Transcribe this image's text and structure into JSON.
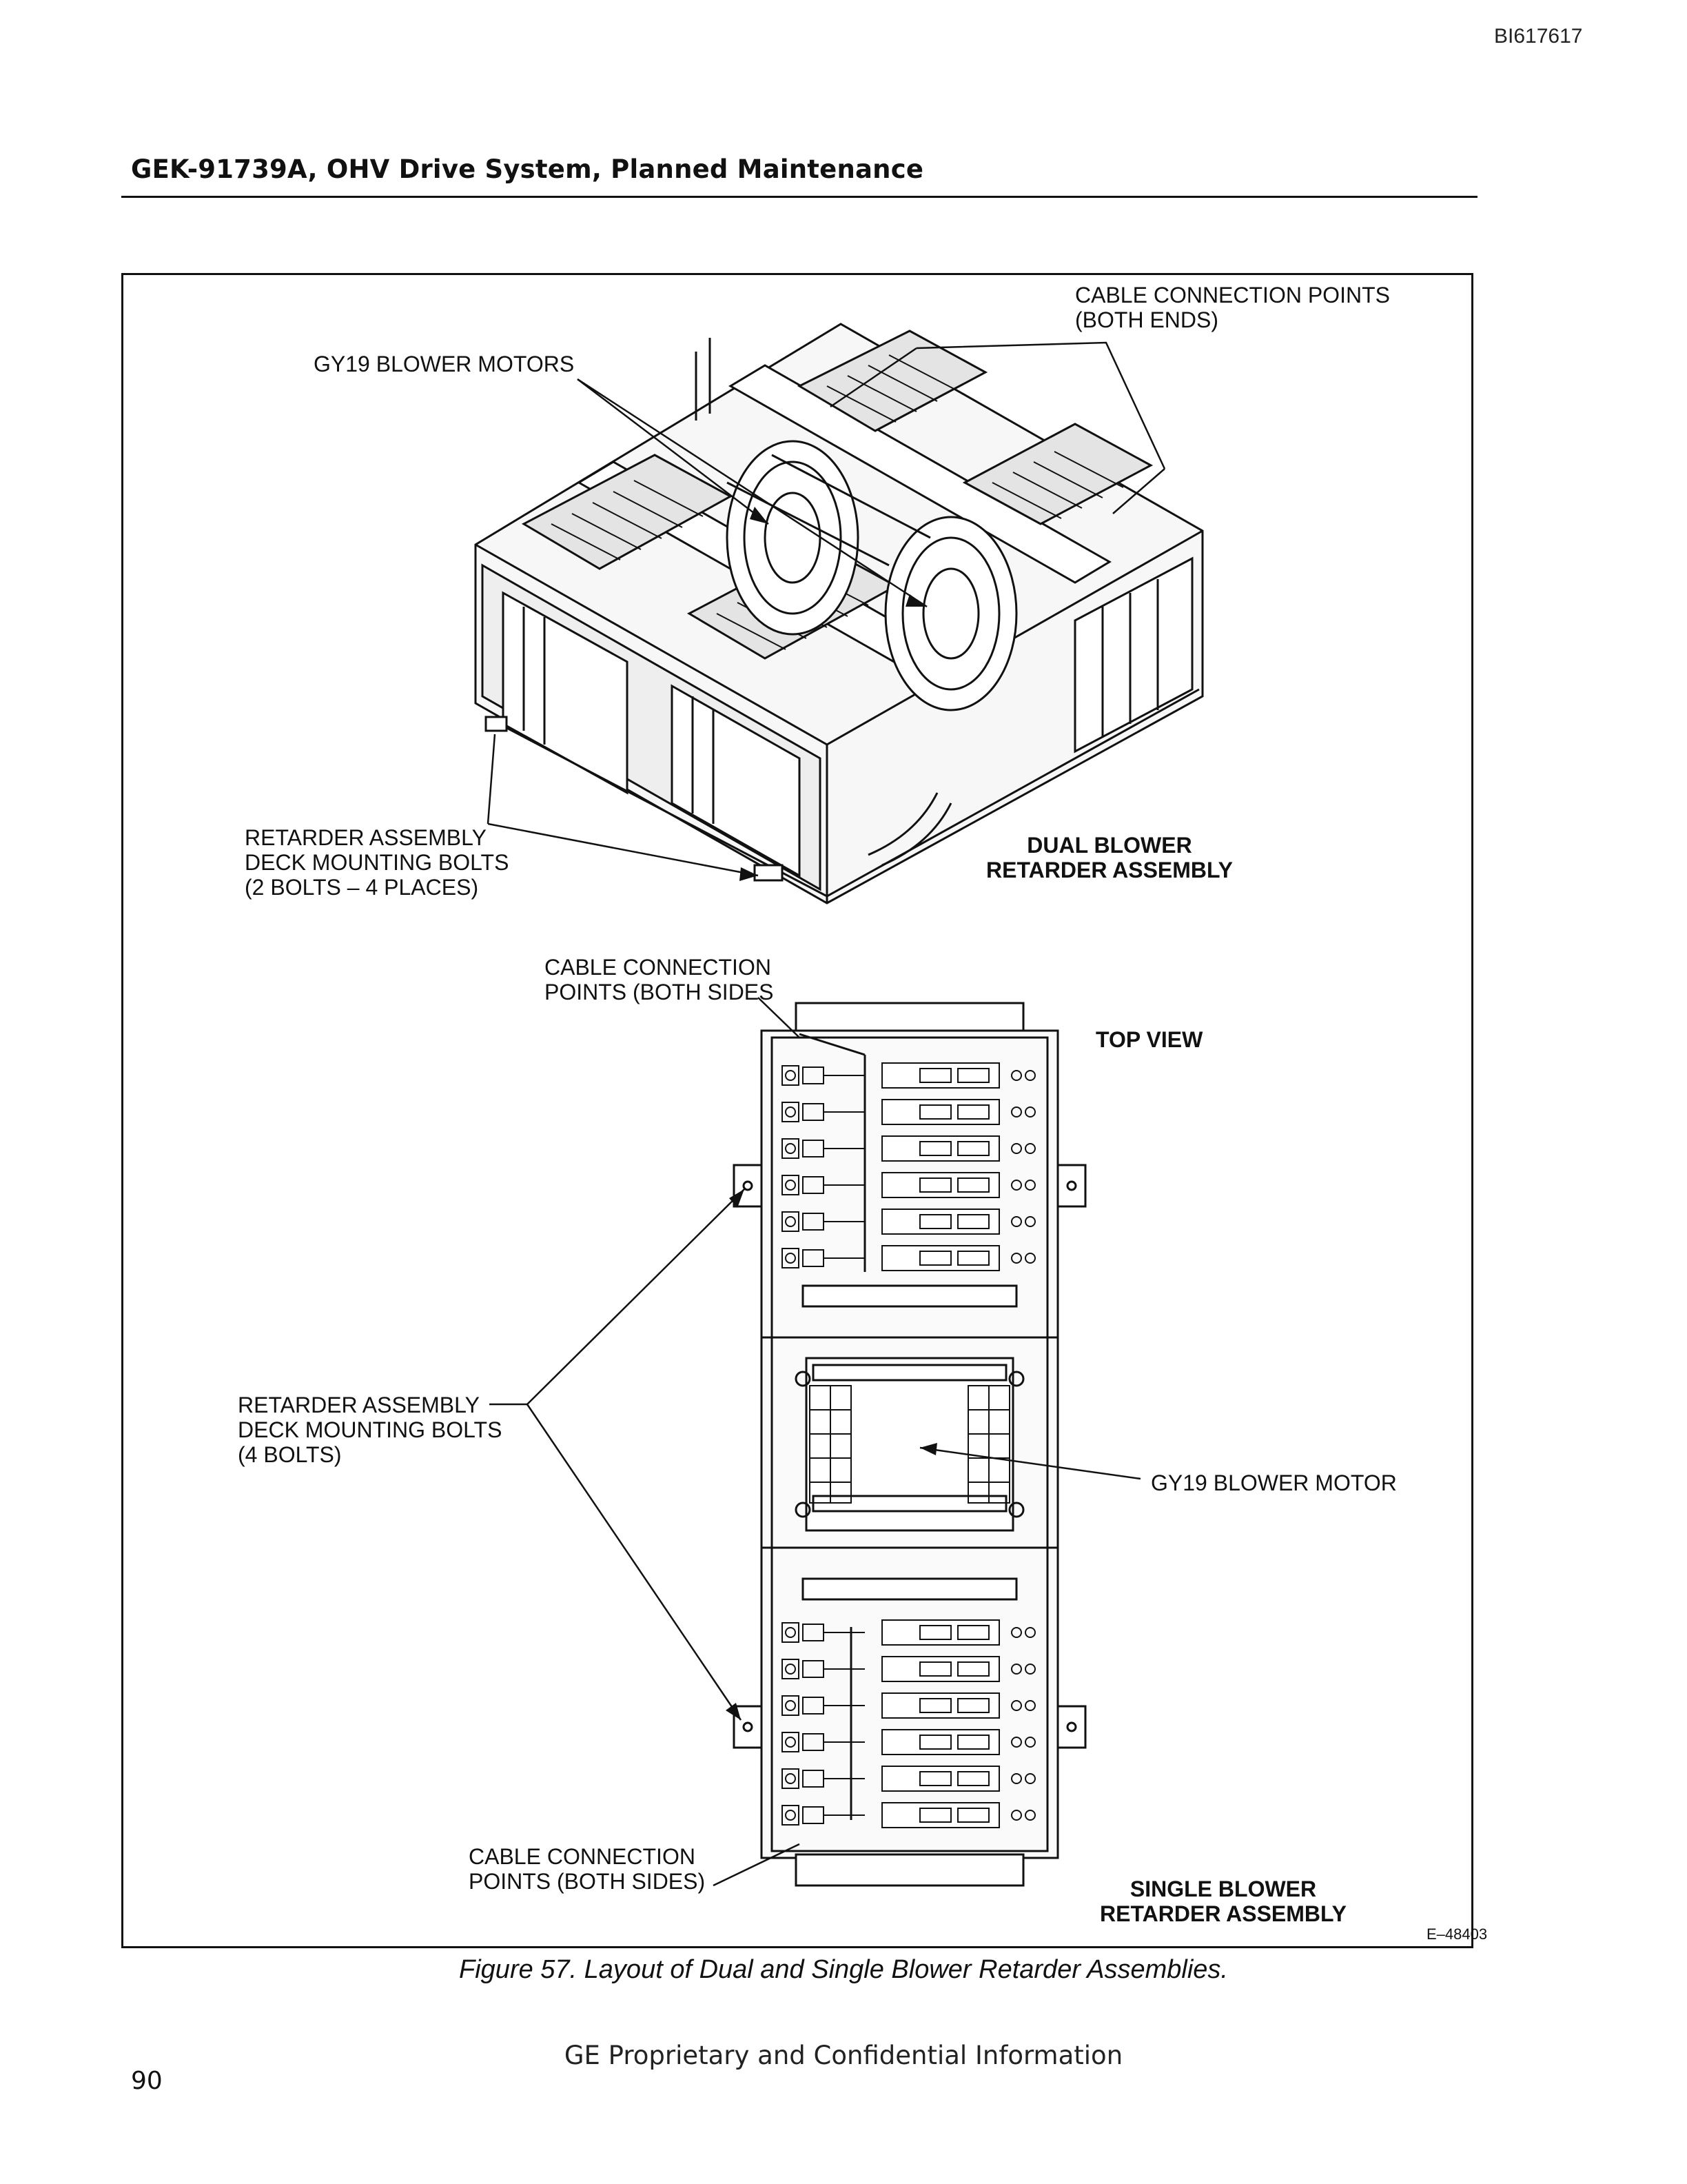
{
  "doc_id": "BI617617",
  "header": {
    "title": "GEK-91739A, OHV Drive System, Planned Maintenance"
  },
  "figure": {
    "labels": {
      "cable_connection_points_both_ends": "CABLE CONNECTION POINTS\n(BOTH ENDS)",
      "gy19_blower_motors": "GY19 BLOWER MOTORS",
      "retarder_deck_bolts_dual": "RETARDER ASSEMBLY\nDECK MOUNTING BOLTS\n(2 BOLTS – 4 PLACES)",
      "dual_blower_title": "DUAL BLOWER\nRETARDER ASSEMBLY",
      "cable_connection_points_top": "CABLE CONNECTION\nPOINTS (BOTH SIDES",
      "top_view": "TOP VIEW",
      "retarder_deck_bolts_single": "RETARDER ASSEMBLY\nDECK MOUNTING BOLTS\n(4 BOLTS)",
      "gy19_blower_motor": "GY19 BLOWER MOTOR",
      "cable_connection_points_bottom": "CABLE CONNECTION\nPOINTS (BOTH SIDES)",
      "single_blower_title": "SINGLE BLOWER\nRETARDER ASSEMBLY",
      "drawing_number": "E–48403"
    },
    "caption": "Figure 57.  Layout of Dual and Single Blower Retarder Assemblies."
  },
  "footer": {
    "text": "GE Proprietary and Confidential Information",
    "page_number": "90"
  }
}
